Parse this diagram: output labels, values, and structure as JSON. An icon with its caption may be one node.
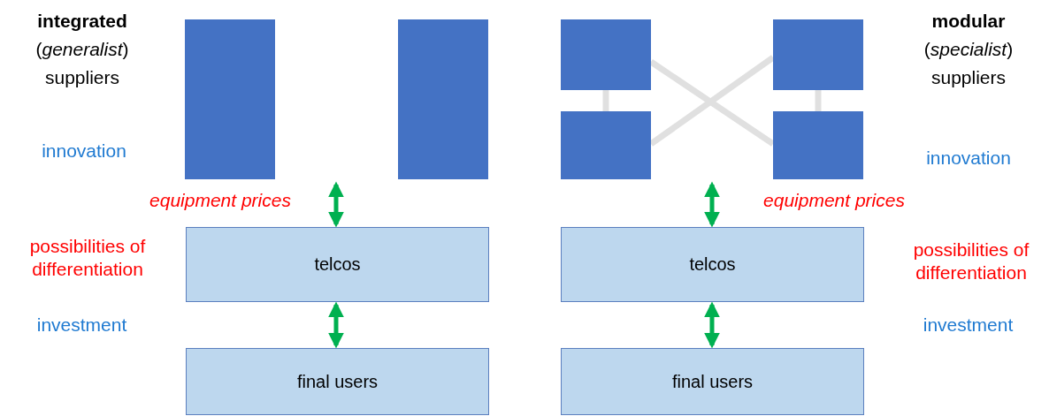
{
  "diagram": {
    "nodes": [
      {
        "text": [],
        "shape": "box"
      },
      {
        "text": [],
        "shape": "box"
      },
      {
        "text": [
          "telcos"
        ]
      },
      {
        "text": [
          "final users"
        ]
      },
      {
        "text": [],
        "shape": "box"
      },
      {
        "text": [],
        "shape": "box"
      },
      {
        "text": [],
        "shape": "box"
      },
      {
        "text": [],
        "shape": "box"
      },
      {
        "text": [
          "telcos"
        ]
      },
      {
        "text": [
          "final users"
        ]
      }
    ],
    "edges": [
      {
        "from": null,
        "to": 2,
        "arrow": "both",
        "color": "#00b050"
      },
      {
        "from": 2,
        "to": 3,
        "arrow": "both",
        "color": "#00b050"
      },
      {
        "from": 4,
        "to": 6,
        "arrow": "none",
        "color": "#e0e0e0"
      },
      {
        "from": 4,
        "to": 7,
        "arrow": "none",
        "color": "#e0e0e0"
      },
      {
        "from": 5,
        "to": 6,
        "arrow": "none",
        "color": "#e0e0e0"
      },
      {
        "from": 5,
        "to": 7,
        "arrow": "none",
        "color": "#e0e0e0"
      },
      {
        "from": null,
        "to": 8,
        "arrow": "both",
        "color": "#00b050"
      },
      {
        "from": 8,
        "to": 9,
        "arrow": "both",
        "color": "#00b050"
      }
    ],
    "labels": [
      "**integrated** (*generalist*) suppliers",
      "**modular** (*specialist*) suppliers",
      "innovation",
      "innovation",
      "equipment prices",
      "equipment prices",
      "possibilities of differentiation",
      "possibilities of differentiation",
      "investment",
      "investment"
    ]
  }
}
